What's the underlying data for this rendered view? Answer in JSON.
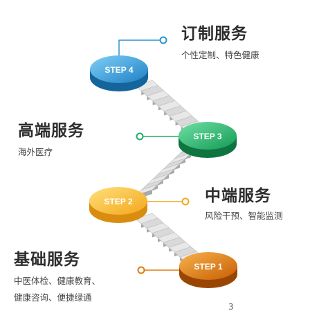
{
  "steps": [
    {
      "label": "STEP 1",
      "title": "基础服务",
      "desc_lines": [
        "中医体检、健康教育、",
        "健康咨询、便捷绿通"
      ],
      "color": "#e07a10"
    },
    {
      "label": "STEP 2",
      "title": "中端服务",
      "desc_lines": [
        "风险干预、智能监测"
      ],
      "color": "#f7b62c"
    },
    {
      "label": "STEP 3",
      "title": "高端服务",
      "desc_lines": [
        "海外医疗"
      ],
      "color": "#1fae6a"
    },
    {
      "label": "STEP 4",
      "title": "订制服务",
      "desc_lines": [
        "个性定制、特色健康"
      ],
      "color": "#2a93d5"
    }
  ],
  "page_number": "3"
}
